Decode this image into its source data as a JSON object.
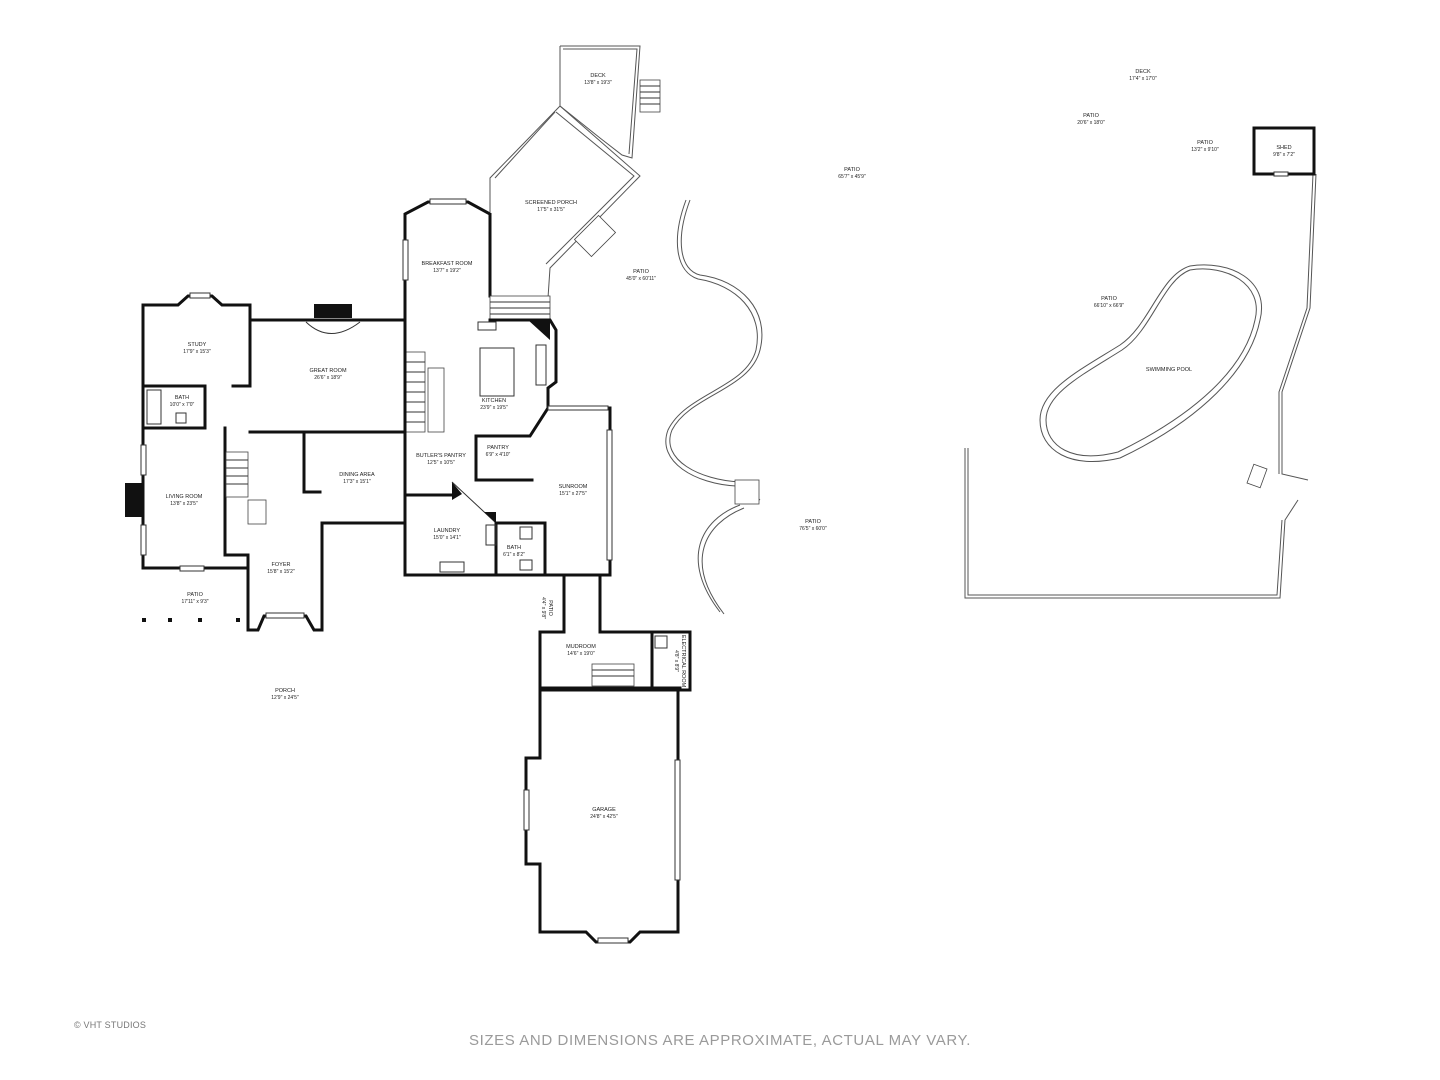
{
  "credit": "© VHT STUDIOS",
  "disclaimer": "SIZES AND DIMENSIONS ARE APPROXIMATE, ACTUAL MAY VARY.",
  "rooms": {
    "deck_main": {
      "name": "DECK",
      "dim": "13'8\" x 19'3\""
    },
    "screened_porch": {
      "name": "SCREENED PORCH",
      "dim": "17'5\" x 31'5\""
    },
    "breakfast_room": {
      "name": "BREAKFAST ROOM",
      "dim": "13'7\" x 19'2\""
    },
    "study": {
      "name": "STUDY",
      "dim": "17'9\" x 15'3\""
    },
    "great_room": {
      "name": "GREAT ROOM",
      "dim": "26'6\" x 18'9\""
    },
    "bath_1": {
      "name": "BATH",
      "dim": "10'0\" x 7'0\""
    },
    "kitchen": {
      "name": "KITCHEN",
      "dim": "23'9\" x 19'5\""
    },
    "pantry": {
      "name": "PANTRY",
      "dim": "6'9\" x 4'10\""
    },
    "butlers_pantry": {
      "name": "BUTLER'S PANTRY",
      "dim": "12'5\" x 10'5\""
    },
    "dining_area": {
      "name": "DINING AREA",
      "dim": "17'3\" x 15'1\""
    },
    "living_room": {
      "name": "LIVING ROOM",
      "dim": "13'8\" x 23'5\""
    },
    "sunroom": {
      "name": "SUNROOM",
      "dim": "15'1\" x 27'5\""
    },
    "laundry": {
      "name": "LAUNDRY",
      "dim": "15'0\" x 14'1\""
    },
    "bath_2": {
      "name": "BATH",
      "dim": "6'1\" x 8'2\""
    },
    "foyer": {
      "name": "FOYER",
      "dim": "15'8\" x 15'2\""
    },
    "patio_front": {
      "name": "PATIO",
      "dim": "17'11\" x 9'3\""
    },
    "patio_side": {
      "name": "PATIO",
      "dim": "4'4\" x 9'8\""
    },
    "mudroom": {
      "name": "MUDROOM",
      "dim": "14'6\" x 19'0\""
    },
    "electrical_room": {
      "name": "ELECTRICAL ROOM",
      "dim": "4'8\" x 8'9\""
    },
    "porch": {
      "name": "PORCH",
      "dim": "12'9\" x 24'5\""
    },
    "garage": {
      "name": "GARAGE",
      "dim": "24'8\" x 42'5\""
    },
    "patio_1": {
      "name": "PATIO",
      "dim": "45'0\" x 60'11\""
    },
    "patio_2": {
      "name": "PATIO",
      "dim": "65'7\" x 45'9\""
    },
    "patio_3": {
      "name": "PATIO",
      "dim": "76'5\" x 60'0\""
    },
    "deck_back": {
      "name": "DECK",
      "dim": "17'4\" x 17'0\""
    },
    "patio_4": {
      "name": "PATIO",
      "dim": "20'6\" x 18'0\""
    },
    "patio_5": {
      "name": "PATIO",
      "dim": "13'2\" x 9'10\""
    },
    "shed": {
      "name": "SHED",
      "dim": "9'8\" x 7'2\""
    },
    "patio_pool": {
      "name": "PATIO",
      "dim": "66'10\" x 66'9\""
    },
    "swimming_pool": {
      "name": "SWIMMING POOL",
      "dim": ""
    }
  }
}
